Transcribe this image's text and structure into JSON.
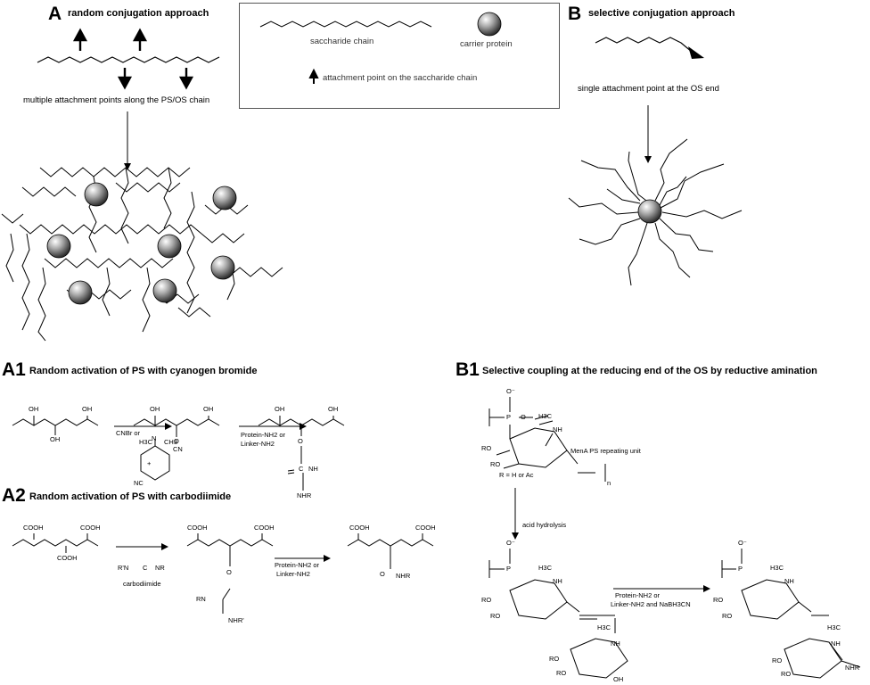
{
  "panel_a": {
    "letter": "A",
    "title": "random conjugation approach",
    "caption": "multiple attachment points along the PS/OS chain"
  },
  "panel_b": {
    "letter": "B",
    "title": "selective conjugation approach",
    "caption": "single attachment point at the OS end"
  },
  "legend": {
    "saccharide": "saccharide chain",
    "protein": "carrier protein",
    "attachment": "attachment point on the saccharide chain"
  },
  "panel_a1": {
    "label": "A1",
    "title": "Random activation of PS with cyanogen bromide",
    "oh": "OH",
    "reagent1": "CNBr or",
    "dmap_me": "H3C",
    "dmap_me2": "CH3",
    "dmap_n": "N",
    "dmap_plus": "+",
    "dmap_nc": "NC",
    "cn": "CN",
    "o": "O",
    "reagent2a": "Protein-NH2 or",
    "reagent2b": "Linker-NH2",
    "c": "C",
    "nh": "NH",
    "nhr": "NHR"
  },
  "panel_a2": {
    "label": "A2",
    "title": "Random activation of PS with carbodiimide",
    "cooh": "COOH",
    "reagent1": "R'N",
    "reagent1b": "C",
    "reagent1c": "NR",
    "reagent1_label": "carbodiimide",
    "o": "O",
    "rn": "RN",
    "nhr_prime": "NHR'",
    "reagent2a": "Protein-NH2 or",
    "reagent2b": "Linker-NH2",
    "nhr": "NHR"
  },
  "panel_b1": {
    "label": "B1",
    "title": "Selective coupling at the reducing end of the OS by reductive amination",
    "o_minus": "O⁻",
    "p": "P",
    "o": "O",
    "h3c": "H3C",
    "nh": "NH",
    "ro": "RO",
    "oh": "OH",
    "n": "n",
    "repeat_unit": "MenA PS repeating unit",
    "r_def": "R = H or Ac",
    "step1": "acid hydrolysis",
    "step2a": "Protein-NH2 or",
    "step2b": "Linker-NH2 and NaBH3CN",
    "nhr": "NHR"
  }
}
